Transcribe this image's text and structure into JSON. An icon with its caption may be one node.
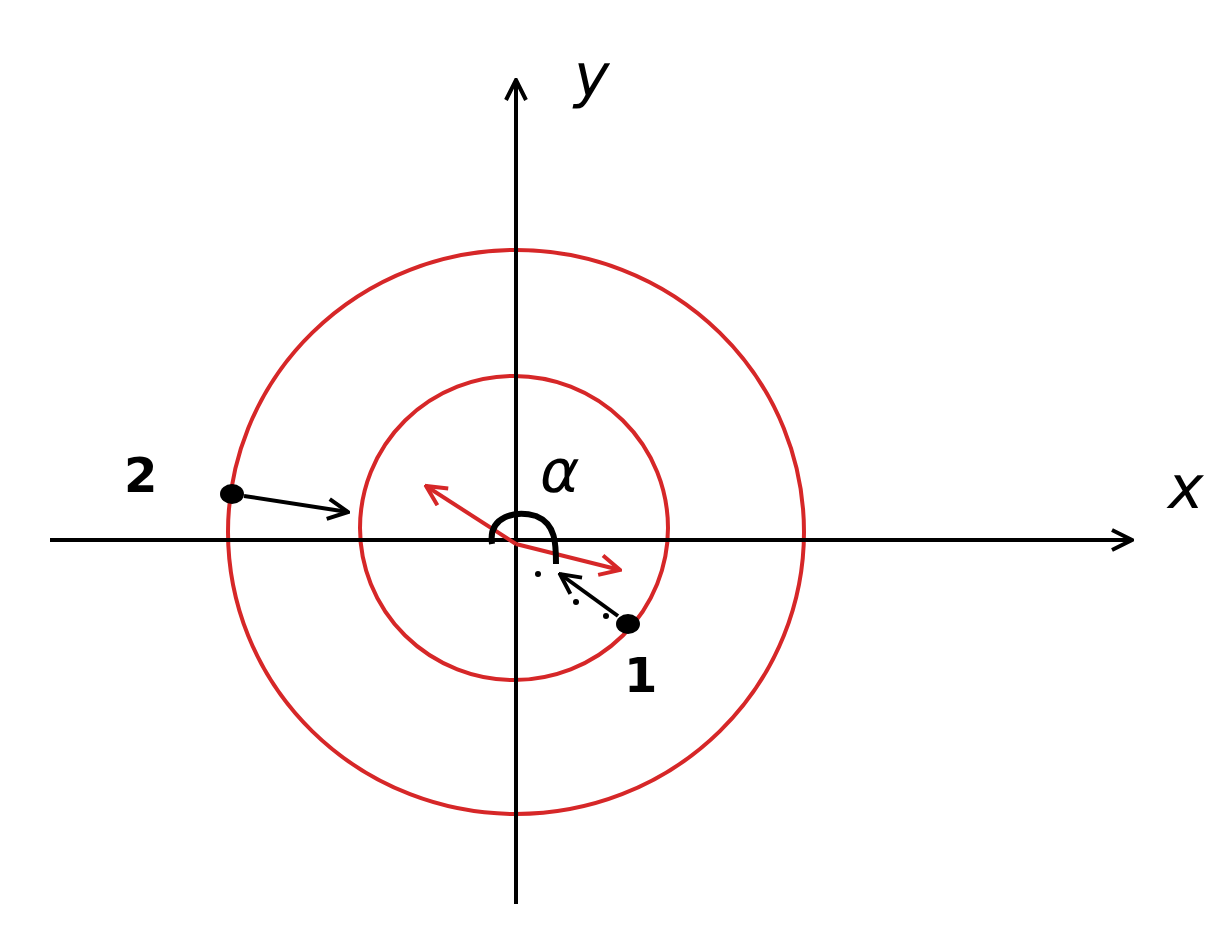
{
  "diagram": {
    "labels": [
      "y",
      "2",
      "α",
      "x",
      "1"
    ]
  }
}
